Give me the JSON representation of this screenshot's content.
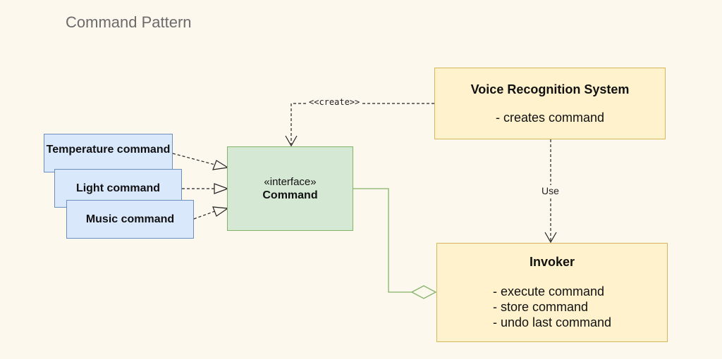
{
  "diagram": {
    "title": "Command Pattern",
    "commands": [
      {
        "label": "Temperature command"
      },
      {
        "label": "Light command"
      },
      {
        "label": "Music command"
      }
    ],
    "interface": {
      "stereotype": "«interface»",
      "name": "Command"
    },
    "voice": {
      "name": "Voice Recognition System",
      "members": [
        "- creates command"
      ]
    },
    "invoker": {
      "name": "Invoker",
      "members": [
        "- execute command",
        "- store command",
        "- undo last command"
      ]
    },
    "edges": {
      "create_label": "<<create>>",
      "use_label": "Use"
    },
    "colors": {
      "background": "#fdf8ee",
      "command_fill": "#dae8fc",
      "command_stroke": "#6c8ebf",
      "interface_fill": "#d5e8d4",
      "interface_stroke": "#82b366",
      "class_fill": "#fff2cc",
      "class_stroke": "#d6b656"
    }
  }
}
